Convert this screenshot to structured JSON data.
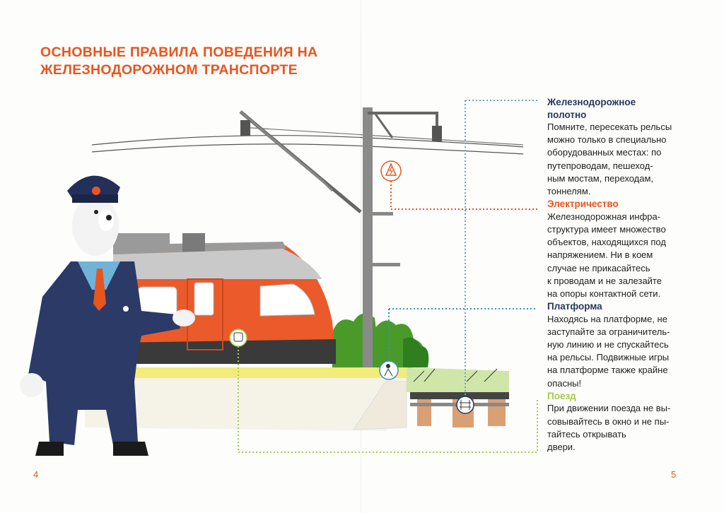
{
  "page_title": [
    "ОСНОВНЫЕ ПРАВИЛА ПОВЕДЕНИЯ НА",
    "ЖЕЛЕЗНОДОРОЖНОМ ТРАНСПОРТЕ"
  ],
  "sections": [
    {
      "heading": [
        "Железнодорожное",
        "полотно"
      ],
      "body": [
        "Помните, пересекать рельсы",
        "можно только в специально",
        "оборудованных местах: по",
        "путепроводам, пешеход-",
        "ным мостам, переходам,",
        "тоннелям."
      ],
      "color": "#23395d",
      "icon": "rail-tracks-icon"
    },
    {
      "heading": [
        "Электричество"
      ],
      "body": [
        "Железнодорожная инфра-",
        "структура имеет множество",
        "объектов, находящихся под",
        "напряжением. Ни в коем",
        "случае не прикасайтесь",
        "к проводам и не залезайте",
        "на опоры контактной сети."
      ],
      "color": "#e8551e",
      "icon": "high-voltage-icon"
    },
    {
      "heading": [
        "Платформа"
      ],
      "body": [
        "Находясь на платформе, не",
        "заступайте за ограничитель-",
        "ную линию и не спускайтесь",
        "на рельсы. Подвижные игры",
        "на платформе также крайне",
        "опасны!"
      ],
      "color": "#3a8fc0",
      "icon": "platform-person-icon"
    },
    {
      "heading": [
        "Поезд"
      ],
      "body": [
        "При движении поезда не вы-",
        "совывайтесь в окно и не пы-",
        "тайтесь открывать",
        "двери."
      ],
      "color": "#a6c84b",
      "icon": "train-front-icon"
    }
  ],
  "page_numbers": {
    "left": "4",
    "right": "5"
  },
  "colors": {
    "accent": "#e8551e",
    "navy": "#23395d",
    "train_red": "#ea5a2a",
    "platform_yellow": "#f3ec7a"
  }
}
